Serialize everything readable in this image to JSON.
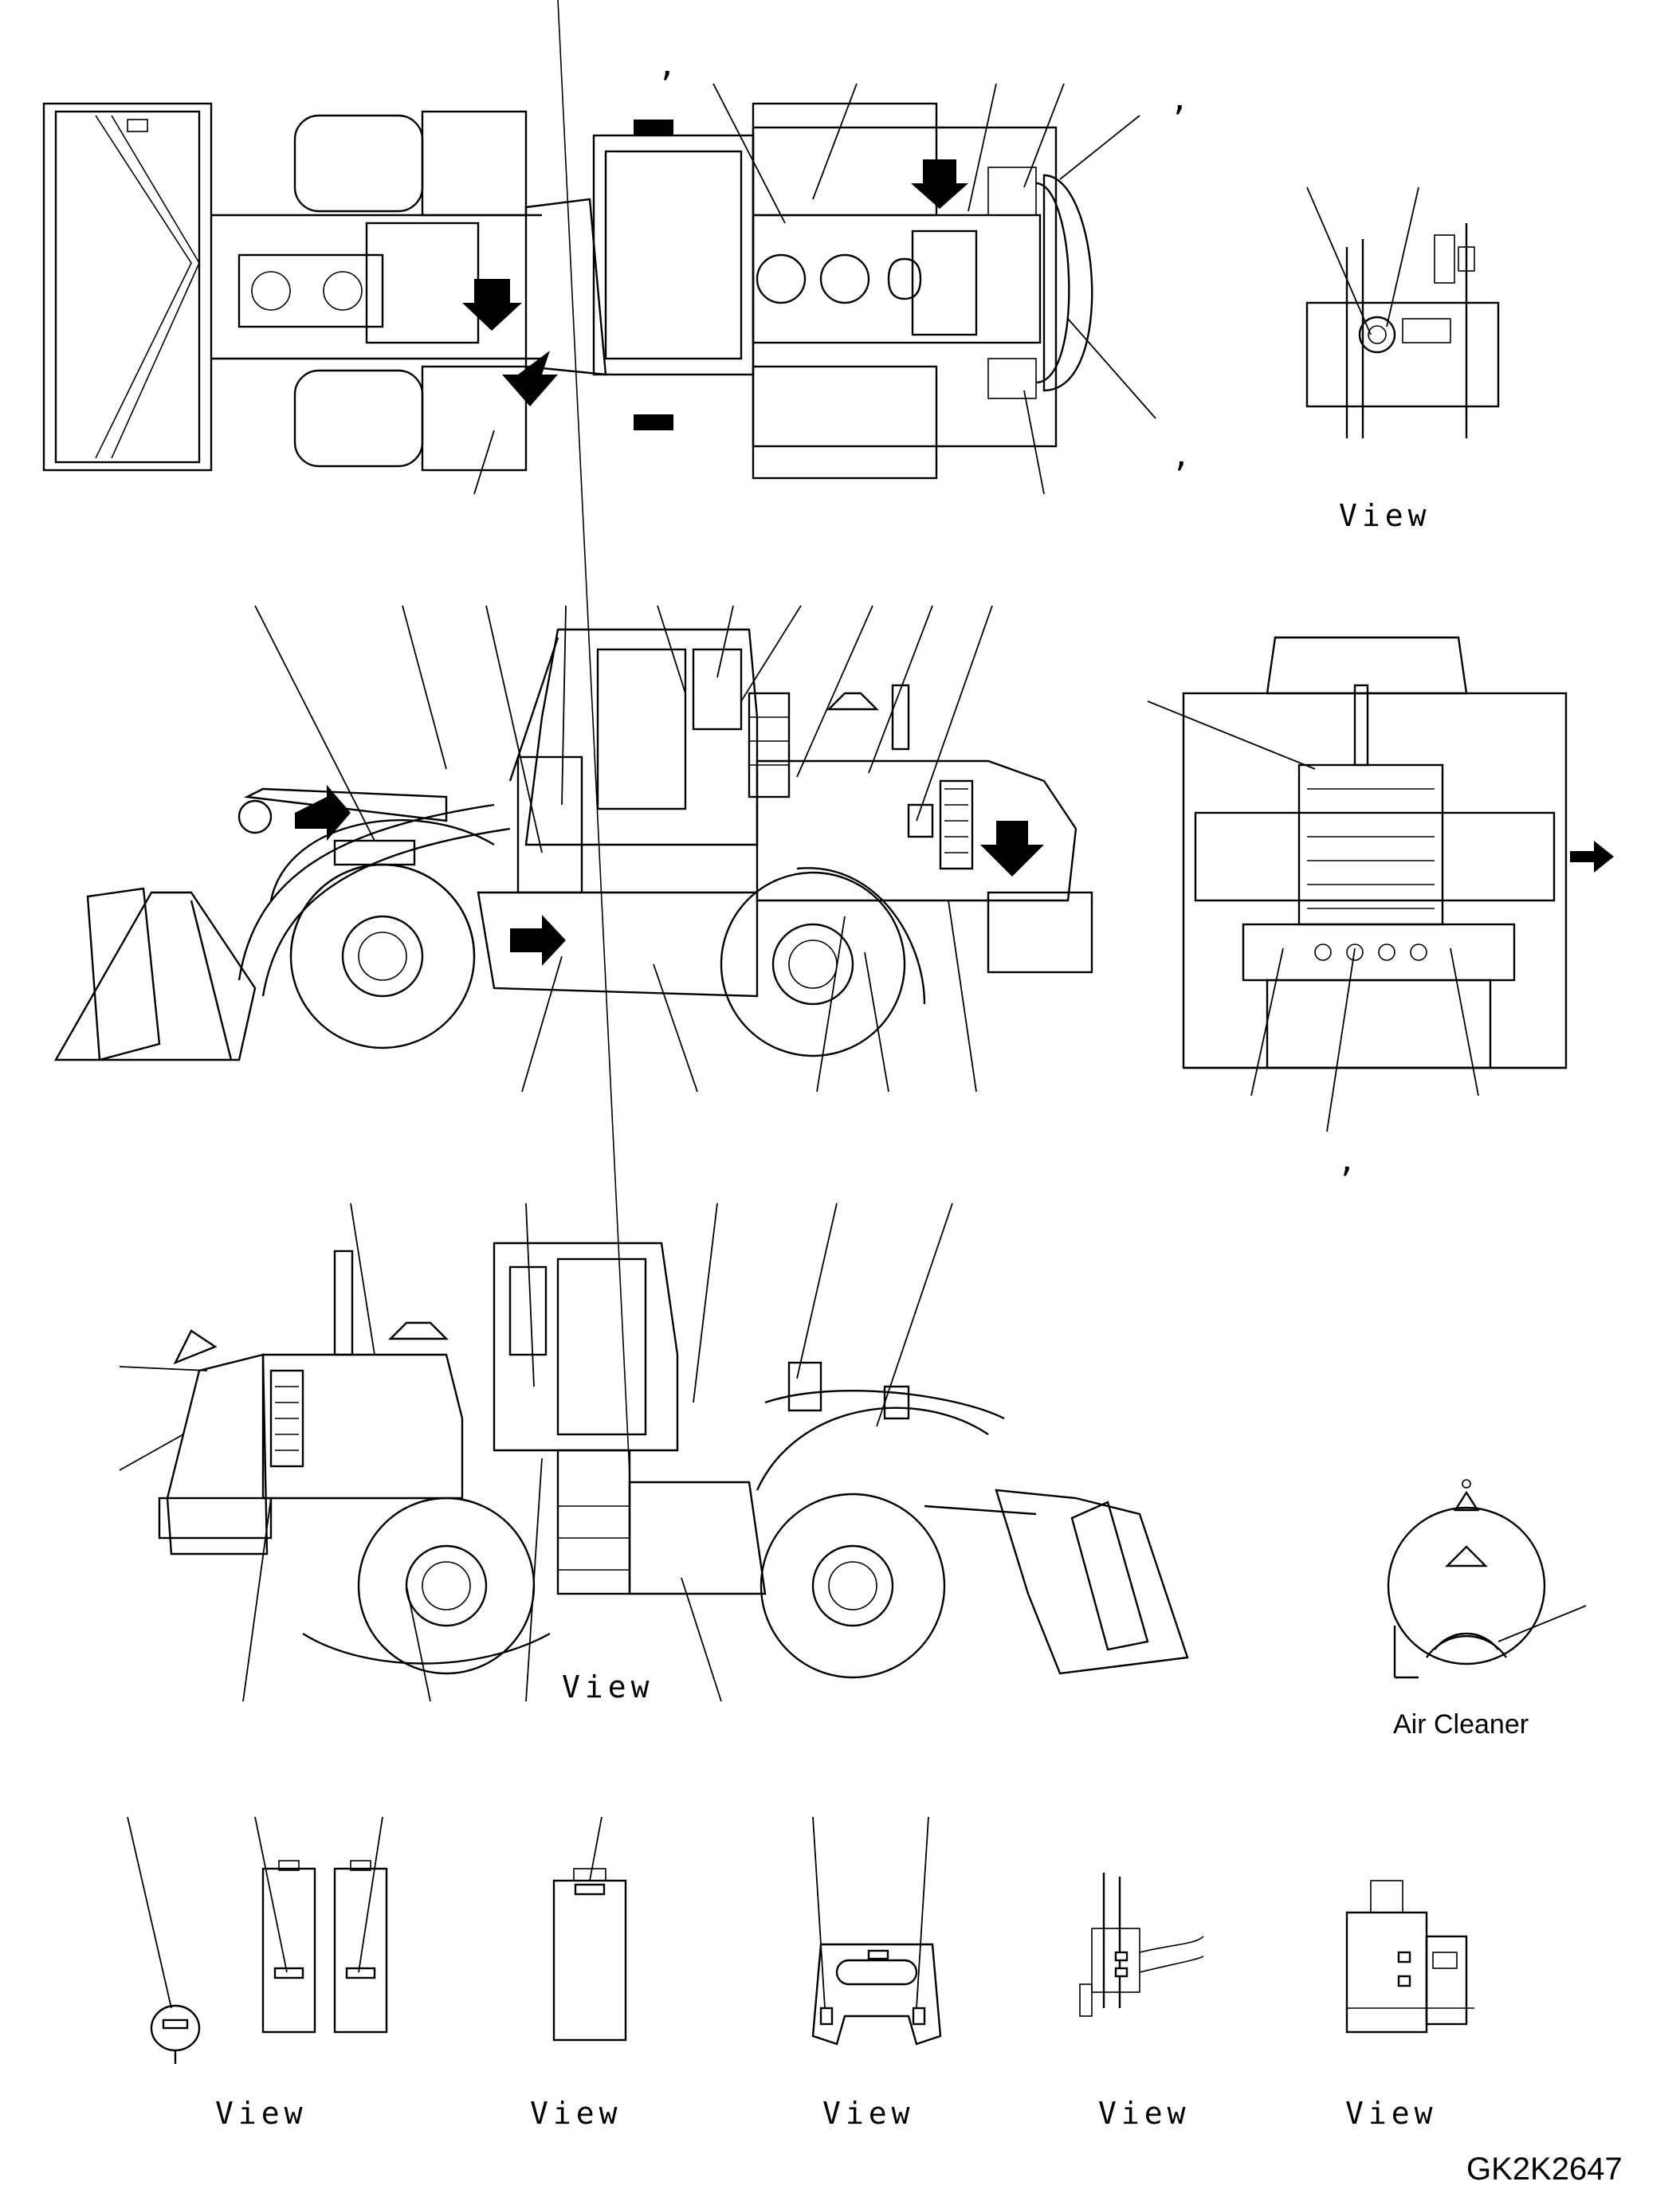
{
  "drawing_id": "GK2K2647",
  "view_label": "View",
  "air_cleaner_label": "Air Cleaner",
  "comma": ","
}
